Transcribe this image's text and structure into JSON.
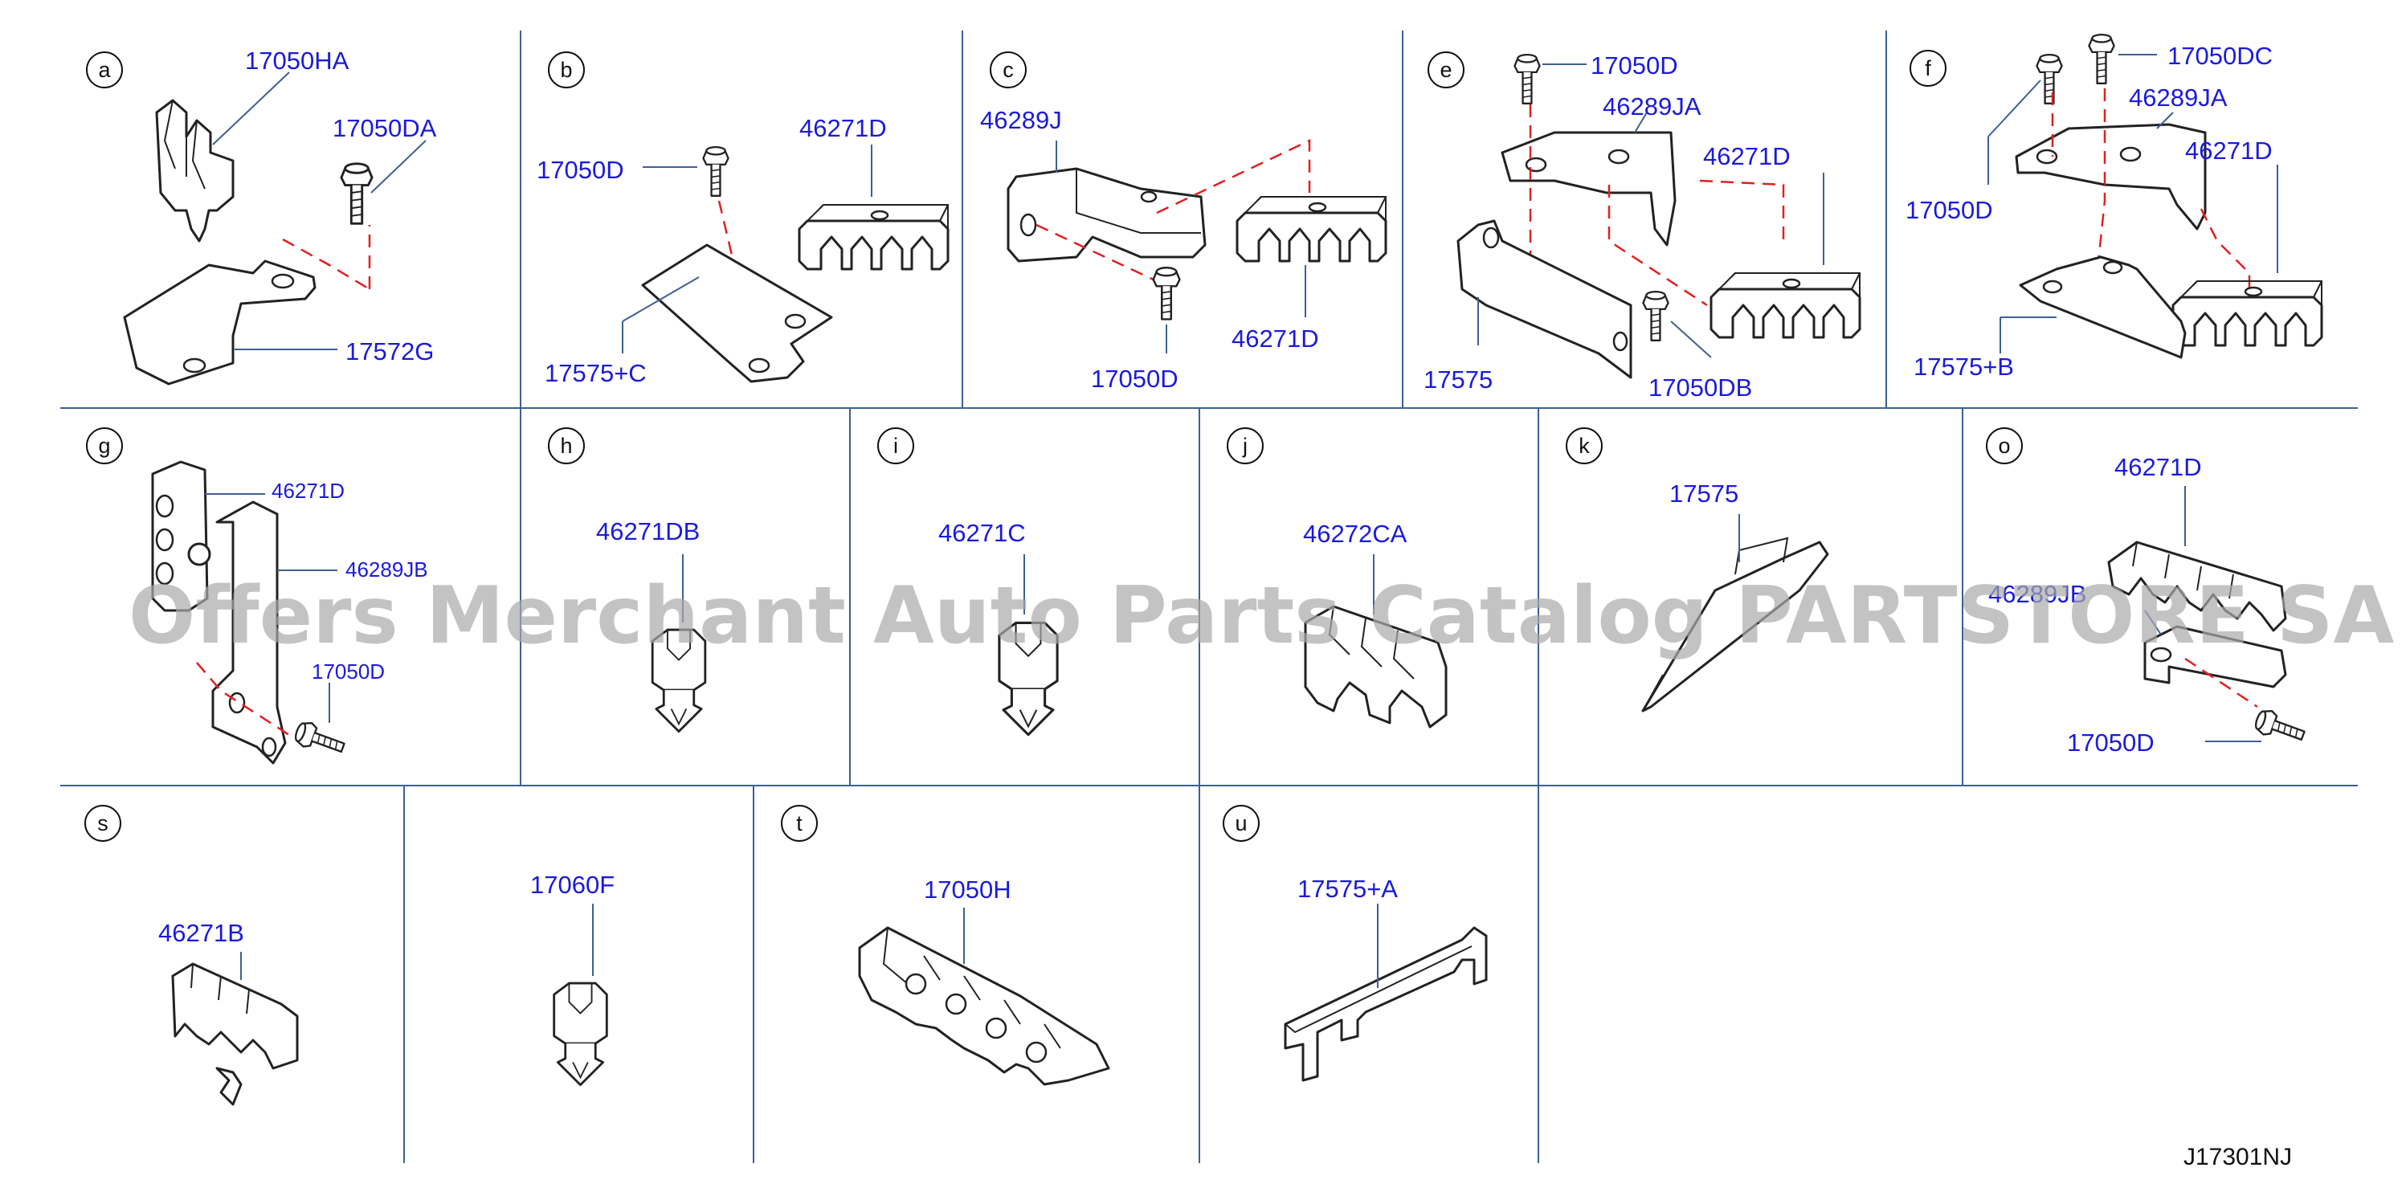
{
  "watermark": "Offers Merchant Auto Parts Catalog PARTSTORE SA",
  "reference": "J17301NJ",
  "panels": {
    "a": {
      "letter": "a",
      "codes": [
        "17050HA",
        "17050DA",
        "17572G"
      ]
    },
    "b": {
      "letter": "b",
      "codes": [
        "46271D",
        "17050D",
        "17575+C"
      ]
    },
    "c": {
      "letter": "c",
      "codes": [
        "46289J",
        "17050D",
        "46271D"
      ]
    },
    "e": {
      "letter": "e",
      "codes": [
        "17050D",
        "46289JA",
        "46271D",
        "17575",
        "17050DB"
      ]
    },
    "f": {
      "letter": "f",
      "codes": [
        "17050DC",
        "46289JA",
        "46271D",
        "17050D",
        "17575+B"
      ]
    },
    "g": {
      "letter": "g",
      "codes": [
        "46271D",
        "46289JB",
        "17050D"
      ]
    },
    "h": {
      "letter": "h",
      "codes": [
        "46271DB"
      ]
    },
    "i": {
      "letter": "i",
      "codes": [
        "46271C"
      ]
    },
    "j": {
      "letter": "j",
      "codes": [
        "46272CA"
      ]
    },
    "k": {
      "letter": "k",
      "codes": [
        "17575"
      ]
    },
    "o": {
      "letter": "o",
      "codes": [
        "46271D",
        "46289JB",
        "17050D"
      ]
    },
    "s": {
      "letter": "s",
      "codes": [
        "46271B"
      ]
    },
    "s2": {
      "codes": [
        "17060F"
      ]
    },
    "t": {
      "letter": "t",
      "codes": [
        "17050H"
      ]
    },
    "u": {
      "letter": "u",
      "codes": [
        "17575+A"
      ]
    }
  }
}
